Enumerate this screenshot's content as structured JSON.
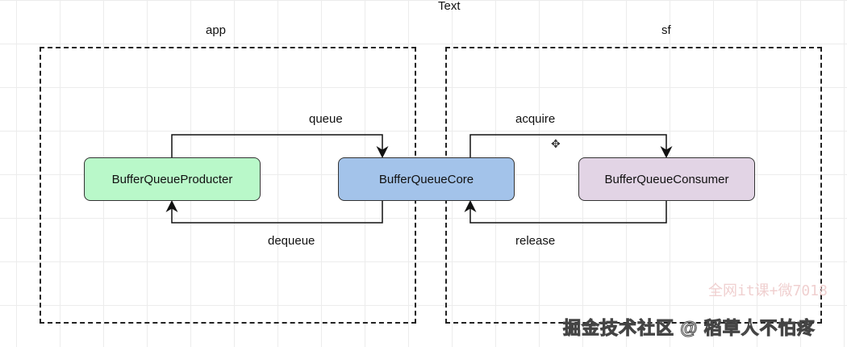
{
  "top_text": "Text",
  "groups": [
    {
      "label": "app"
    },
    {
      "label": "sf"
    }
  ],
  "nodes": [
    {
      "label": "BufferQueueProducter",
      "color": "#b9f8c9"
    },
    {
      "label": "BufferQueueCore",
      "color": "#a3c3ea"
    },
    {
      "label": "BufferQueueConsumer",
      "color": "#e2d4e5"
    }
  ],
  "edges": [
    {
      "label": "queue",
      "from": "BufferQueueProducter",
      "to": "BufferQueueCore"
    },
    {
      "label": "dequeue",
      "from": "BufferQueueCore",
      "to": "BufferQueueProducter"
    },
    {
      "label": "acquire",
      "from": "BufferQueueCore",
      "to": "BufferQueueConsumer"
    },
    {
      "label": "release",
      "from": "BufferQueueConsumer",
      "to": "BufferQueueCore"
    }
  ],
  "watermarks": {
    "main": "掘金技术社区 @ 稻草人不怕疼",
    "secondary": "全网it课+微7018"
  }
}
